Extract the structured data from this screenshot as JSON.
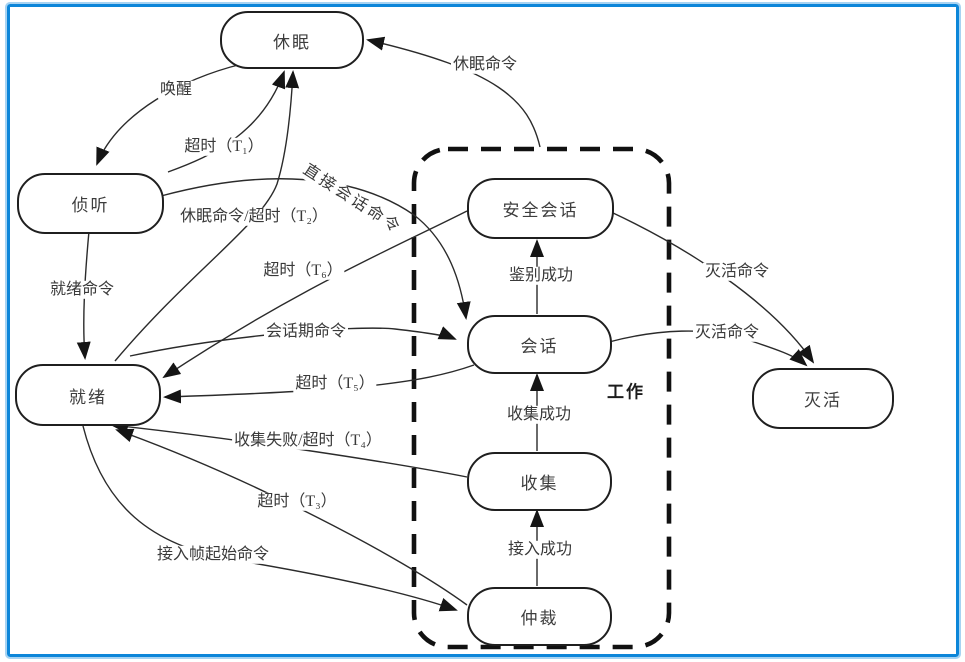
{
  "diagram": {
    "states": [
      {
        "id": "sleep",
        "label": "休眠"
      },
      {
        "id": "listen",
        "label": "侦听"
      },
      {
        "id": "ready",
        "label": "就绪"
      },
      {
        "id": "secure-session",
        "label": "安全会话"
      },
      {
        "id": "session",
        "label": "会话"
      },
      {
        "id": "collect",
        "label": "收集"
      },
      {
        "id": "arbitrate",
        "label": "仲裁"
      },
      {
        "id": "deactivated",
        "label": "灭活"
      }
    ],
    "group": {
      "id": "working",
      "label": "工作"
    },
    "transitions": [
      {
        "id": "wake",
        "from": "sleep",
        "to": "listen",
        "label": "唤醒"
      },
      {
        "id": "timeout-t1",
        "from": "listen",
        "to": "sleep",
        "label": "超时（T₁）"
      },
      {
        "id": "sleep-cmd-or-t2",
        "from": "ready",
        "to": "sleep",
        "label": "休眠命令/超时（T₂）"
      },
      {
        "id": "sleep-cmd",
        "from": "working",
        "to": "sleep",
        "label": "休眠命令"
      },
      {
        "id": "ready-cmd",
        "from": "listen",
        "to": "ready",
        "label": "就绪命令"
      },
      {
        "id": "direct-session-cmd",
        "from": "listen",
        "to": "session",
        "label": "直接会话命令"
      },
      {
        "id": "timeout-t6",
        "from": "secure-session",
        "to": "ready",
        "label": "超时（T₆）"
      },
      {
        "id": "session-cmd",
        "from": "ready",
        "to": "session",
        "label": "会话期命令"
      },
      {
        "id": "timeout-t5",
        "from": "session",
        "to": "ready",
        "label": "超时（T₅）"
      },
      {
        "id": "auth-success",
        "from": "session",
        "to": "secure-session",
        "label": "鉴别成功"
      },
      {
        "id": "deactivate-cmd-secure",
        "from": "secure-session",
        "to": "deactivated",
        "label": "灭活命令"
      },
      {
        "id": "deactivate-cmd-session",
        "from": "session",
        "to": "deactivated",
        "label": "灭活命令"
      },
      {
        "id": "collect-success",
        "from": "collect",
        "to": "session",
        "label": "收集成功"
      },
      {
        "id": "collect-fail-or-t4",
        "from": "collect",
        "to": "ready",
        "label": "收集失败/超时（T₄）"
      },
      {
        "id": "timeout-t3",
        "from": "arbitrate",
        "to": "ready",
        "label": "超时（T₃）"
      },
      {
        "id": "access-success",
        "from": "arbitrate",
        "to": "collect",
        "label": "接入成功"
      },
      {
        "id": "access-frame-start-cmd",
        "from": "ready",
        "to": "arbitrate",
        "label": "接入帧起始命令"
      }
    ],
    "colors": {
      "frame_inner": "#0c86d9",
      "frame_outer": "#a7d3f2",
      "line": "#2b2b2b",
      "state_border": "#1f1f1f"
    }
  }
}
